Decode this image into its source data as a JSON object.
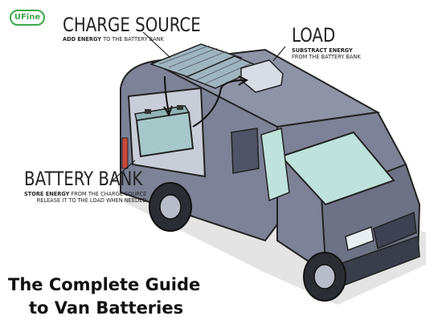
{
  "logo": {
    "text": "UFine"
  },
  "labels": {
    "charge_source": {
      "title": "CHARGE SOURCE",
      "line1_bold": "ADD ENERGY",
      "line1_rest": " TO THE BATTERY BANK"
    },
    "load": {
      "title": "LOAD",
      "line1_bold": "SUBSTRACT ENERGY",
      "line2": "FROM THE BATTERY BANK"
    },
    "battery_bank": {
      "title": "BATTERY BANK",
      "line1_bold": "STORE ENERGY",
      "line1_rest": " FROM THE CHARGE SOURCE",
      "line2": "RELEASE IT TO THE LOAD WHEN NEEDED"
    }
  },
  "headline": {
    "line1": "The Complete Guide",
    "line2": "to Van Batteries"
  },
  "colors": {
    "van_body": "#7d8296",
    "van_dark": "#5d6275",
    "van_light": "#9a9fb2",
    "glass": "#bfe3dc",
    "battery": "#a7c8c9",
    "logo": "#3aa84a"
  }
}
